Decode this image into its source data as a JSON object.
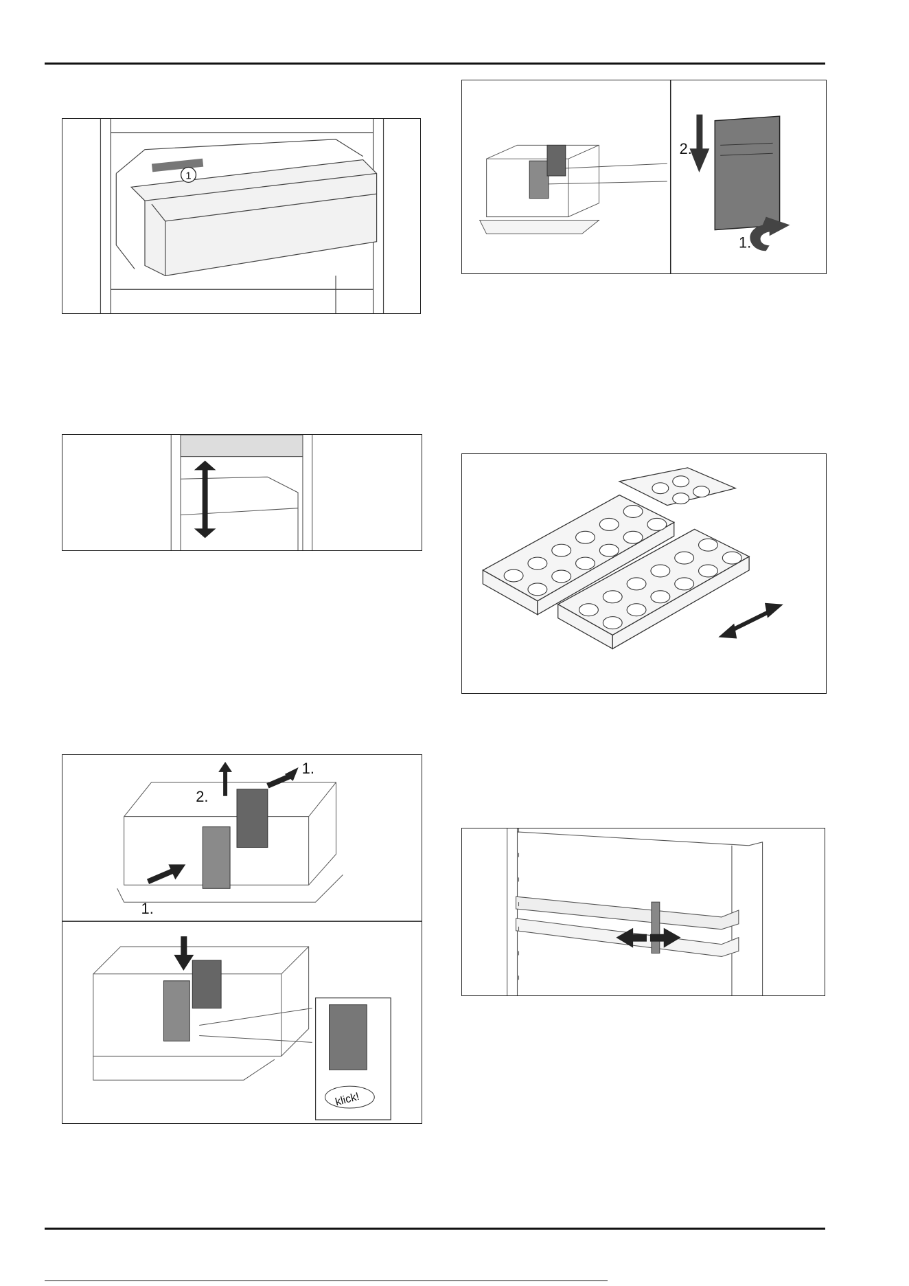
{
  "figures": {
    "fig1": {
      "callout": "1"
    },
    "fig2": {
      "label_top": "2.",
      "label_bottom": "1."
    },
    "fig5": {
      "label_top": "1.",
      "label_mid": "2.",
      "label_bottom": "1.",
      "snap_label": "klick!"
    }
  },
  "icons": {
    "arrow": "arrow-icon",
    "double_arrow": "double-arrow-icon",
    "rotate_arrow": "rotate-arrow-icon"
  },
  "colors": {
    "line": "#222222",
    "divider_fill": "#8a8a8a",
    "dark_fill": "#555555"
  }
}
